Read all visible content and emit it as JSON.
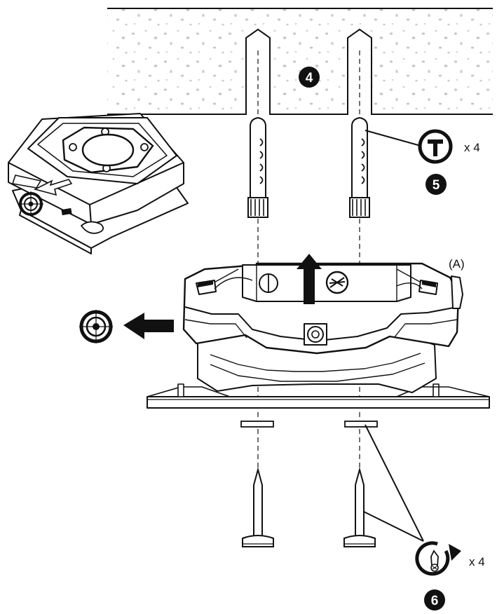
{
  "diagram": {
    "steps": [
      {
        "number": "4",
        "subject": "wall"
      },
      {
        "number": "5",
        "subject": "wall-anchors",
        "tool": "hammer-icon",
        "quantity": "x 4"
      },
      {
        "number": "6",
        "subject": "screws",
        "tool": "screwdriver-rotate-icon",
        "quantity": "x 4"
      }
    ],
    "part_label": "(A)",
    "colors": {
      "line": "#111111",
      "dots": "#cccccc",
      "fill": "#ffffff"
    }
  }
}
